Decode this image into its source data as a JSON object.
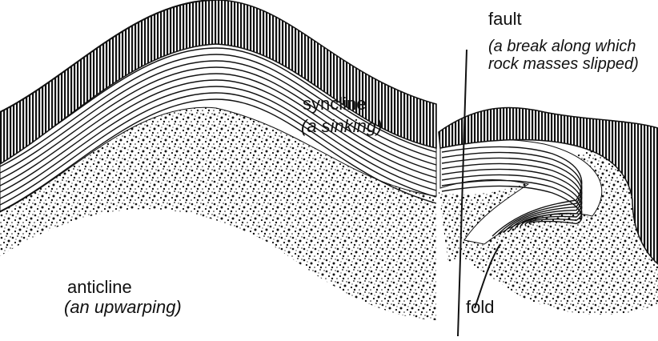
{
  "labels": {
    "fault": "fault",
    "fault_desc_1": "(a break along which",
    "fault_desc_2": "rock masses slipped)",
    "syncline": "syncline",
    "syncline_desc": "(a sinking)",
    "anticline": "anticline",
    "anticline_desc": "(an upwarping)",
    "fold": "fold"
  },
  "colors": {
    "ink": "#111111",
    "paper": "#ffffff"
  },
  "layers": [
    "vertical-hatched-layer",
    "thin-bedded-layer",
    "speckled-layer"
  ]
}
